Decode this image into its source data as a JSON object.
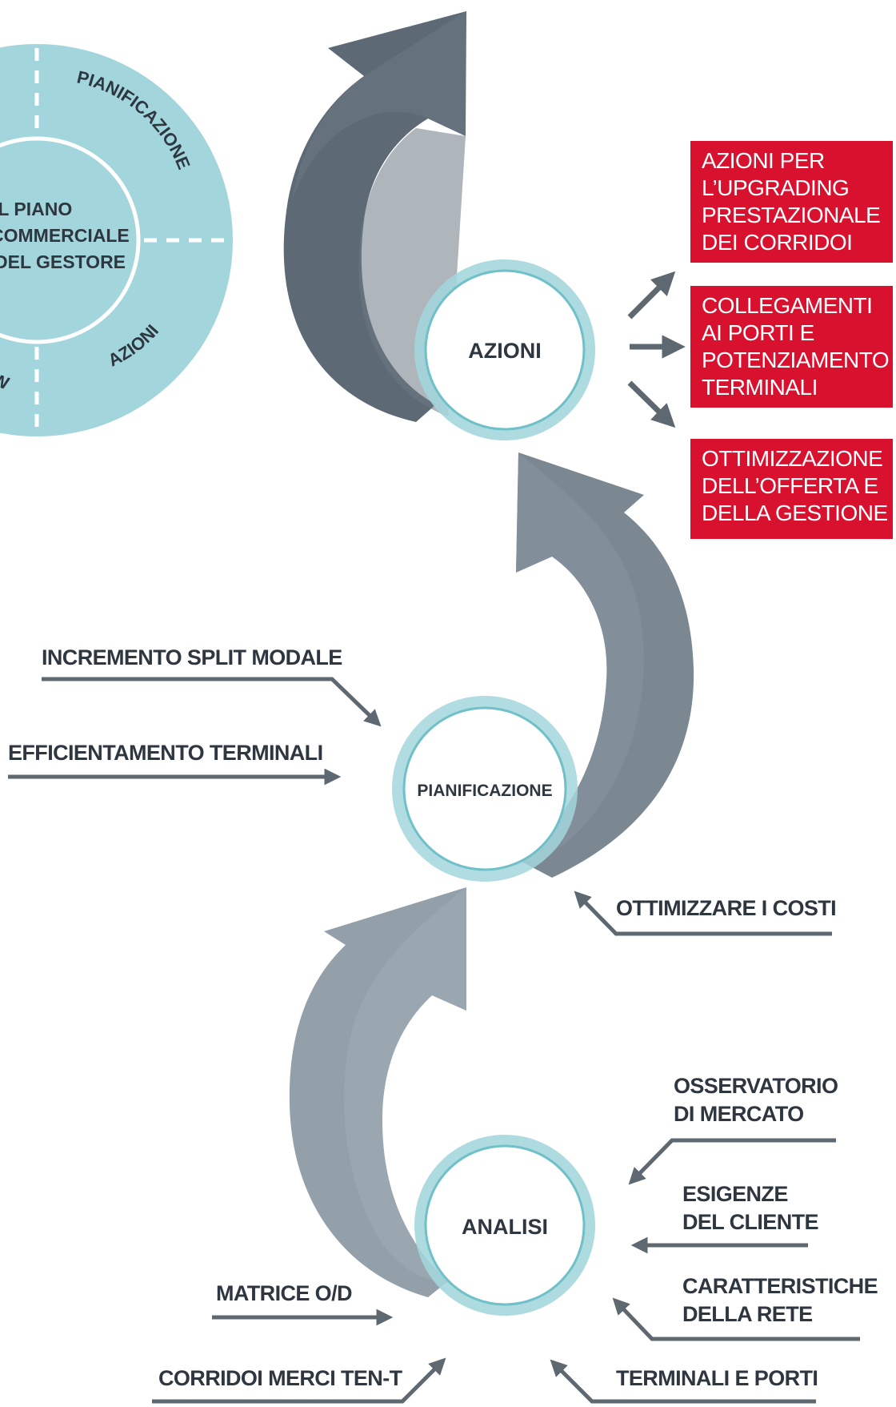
{
  "wheel": {
    "center_lines": [
      "IL PIANO",
      "COMMERCIALE",
      "DEL GESTORE"
    ],
    "segment_top_right": "PIANIFICAZIONE",
    "segment_bottom_right": "AZIONI",
    "segment_bottom_left_fragment": "W"
  },
  "stages": {
    "azioni": "AZIONI",
    "pianificazione": "PIANIFICAZIONE",
    "analisi": "ANALISI"
  },
  "actions": [
    {
      "lines": [
        "AZIONI PER",
        "L’UPGRADING",
        "PRESTAZIONALE",
        "DEI CORRIDOI"
      ]
    },
    {
      "lines": [
        "COLLEGAMENTI",
        "AI PORTI E",
        "POTENZIAMENTO",
        "TERMINALI"
      ]
    },
    {
      "lines": [
        "OTTIMIZZAZIONE",
        "DELL’OFFERTA E",
        "DELLA GESTIONE"
      ]
    }
  ],
  "planning_inputs": {
    "split_modale": "INCREMENTO SPLIT MODALE",
    "efficientamento": "EFFICIENTAMENTO TERMINALI",
    "costi": "OTTIMIZZARE I COSTI"
  },
  "analysis_inputs": {
    "osservatorio": [
      "OSSERVATORIO",
      "DI MERCATO"
    ],
    "esigenze": [
      "ESIGENZE",
      "DEL CLIENTE"
    ],
    "caratteristiche": [
      "CARATTERISTICHE",
      "DELLA RETE"
    ],
    "matrice": "MATRICE O/D",
    "corridoi": "CORRIDOI MERCI TEN-T",
    "terminali": "TERMINALI E PORTI"
  },
  "colors": {
    "teal": "#a3d6dc",
    "teal_ring": "#8ccad2",
    "red": "#d8112f",
    "text_dark": "#2e3640",
    "arrow_dark": "#5d6a75",
    "arrow_mid": "#7b8791",
    "arrow_light": "#93a0aa",
    "line_gray": "#5e6871"
  }
}
